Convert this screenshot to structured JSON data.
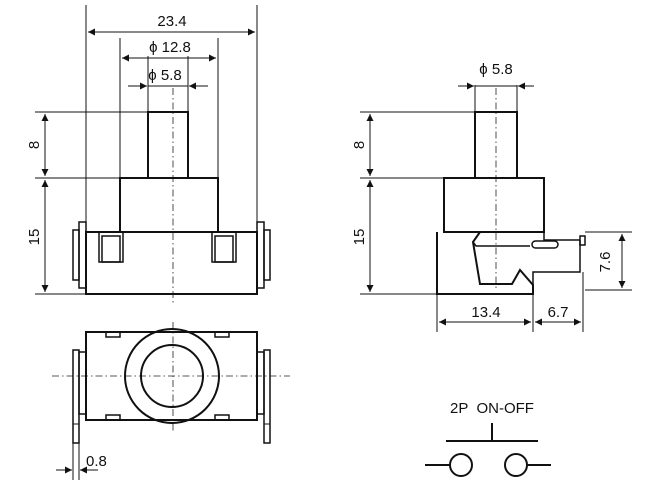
{
  "dimensions": {
    "overall_width": "23.4",
    "base_diameter": "ϕ 12.8",
    "plunger_diameter": "ϕ 5.8",
    "side_plunger_diameter": "ϕ 5.8",
    "plunger_height": "8",
    "body_height": "15",
    "side_plunger_height": "8",
    "side_body_height": "15",
    "terminal_height": "7.6",
    "side_depth": "13.4",
    "terminal_extension": "6.7",
    "tab_thickness": "0.8"
  },
  "schematic": {
    "title": "2P  ON-OFF"
  }
}
